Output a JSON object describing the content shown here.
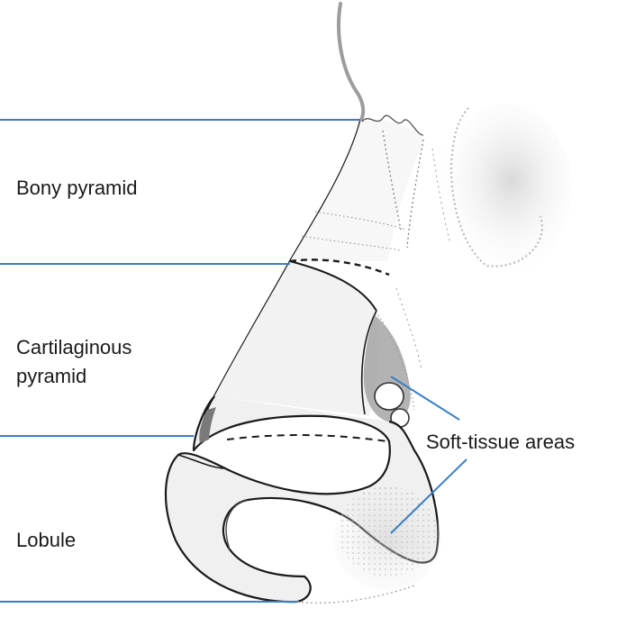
{
  "labels": {
    "bony_pyramid": "Bony pyramid",
    "cartilaginous_line1": "Cartilaginous",
    "cartilaginous_line2": "pyramid",
    "lobule": "Lobule",
    "soft_tissue": "Soft-tissue areas"
  },
  "colors": {
    "leader_line": "#3a7fc4",
    "outline": "#1a1a1a",
    "shading": "#8a8a8a"
  }
}
